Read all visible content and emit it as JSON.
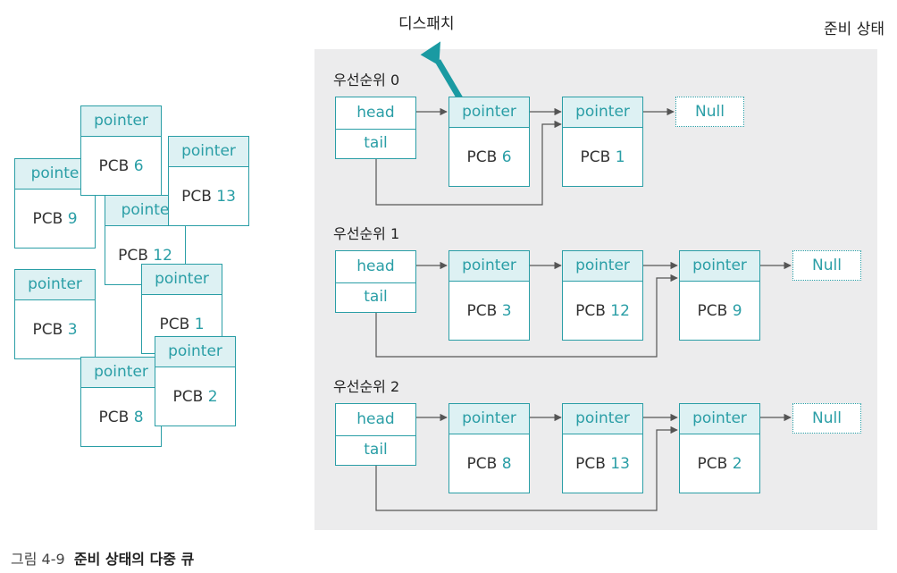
{
  "panel_title": "준비 상태",
  "dispatch_label": "디스패치",
  "head_label": "head",
  "tail_label": "tail",
  "pointer_label": "pointer",
  "null_label": "Null",
  "pcb_prefix": "PCB",
  "queues": [
    {
      "label": "우선순위 0",
      "pcbs": [
        "6",
        "1"
      ]
    },
    {
      "label": "우선순위 1",
      "pcbs": [
        "3",
        "12",
        "9"
      ]
    },
    {
      "label": "우선순위 2",
      "pcbs": [
        "8",
        "13",
        "2"
      ]
    }
  ],
  "scattered": {
    "pcb6": {
      "top": "pointer",
      "num": "6"
    },
    "pcb9": {
      "top": "pointe",
      "num": "9"
    },
    "pcb13": {
      "top": "pointer",
      "num": "13"
    },
    "pcb12": {
      "top": "pointe",
      "num": "12"
    },
    "pcb3": {
      "top": "pointer",
      "num": "3"
    },
    "pcb1": {
      "top": "pointer",
      "num": "1"
    },
    "pcb8": {
      "top": "pointer",
      "num": "8"
    },
    "pcb2": {
      "top": "pointer",
      "num": "2"
    }
  },
  "caption": {
    "number": "그림 4-9",
    "title": "준비 상태의 다중 큐"
  },
  "colors": {
    "accent": "#2a9ea6",
    "panel": "#ececed",
    "header_fill": "#ddf1f3"
  }
}
